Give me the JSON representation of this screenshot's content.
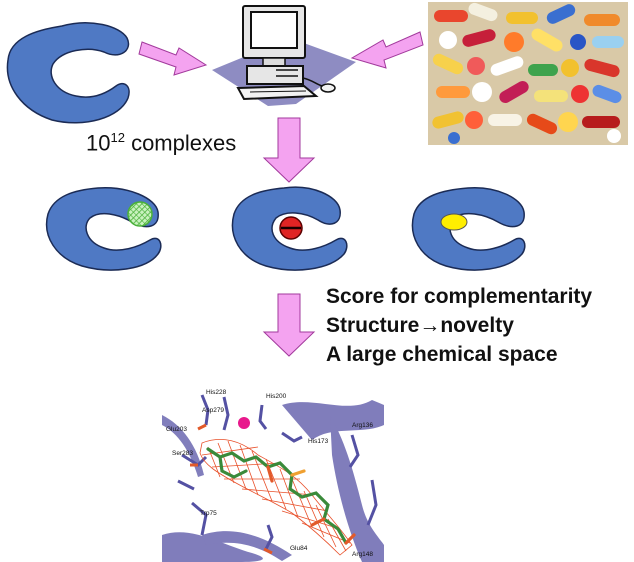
{
  "complexes": {
    "base": "10",
    "exp": "12",
    "suffix": " complexes"
  },
  "bullet_points": [
    "Score for complementarity",
    "Structure→novelty",
    "A large chemical space"
  ],
  "residue_labels": [
    "His228",
    "His200",
    "Asp279",
    "Glu203",
    "His173",
    "Arg136",
    "Ser283",
    "Trp75",
    "Glu84",
    "Arg148"
  ],
  "colors": {
    "protein": "#4f79c4",
    "arrow": "#f4a3f0",
    "ligand_green": "#7ddc6a",
    "ligand_red": "#e02424",
    "ligand_yellow": "#ffee00",
    "computer_shadow": "#8e8cc2"
  }
}
